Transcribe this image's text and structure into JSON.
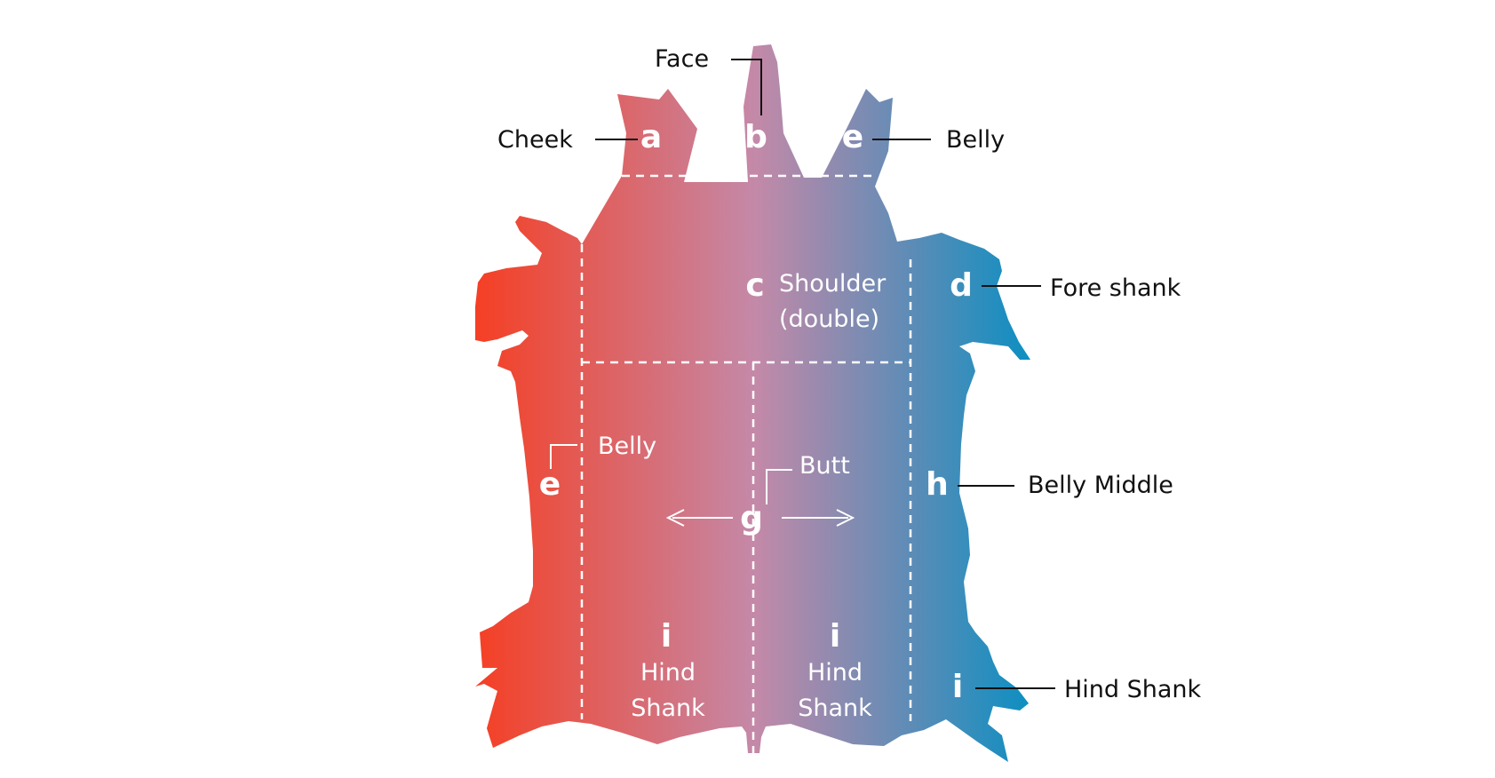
{
  "colors": {
    "left": "#f53f24",
    "middle": "#c489a8",
    "right": "#0a8fc2",
    "text": "#111111"
  },
  "regions": {
    "a": {
      "letter": "a",
      "name": "Cheek"
    },
    "b": {
      "letter": "b",
      "name": "Face"
    },
    "e_top": {
      "letter": "e",
      "name": "Belly"
    },
    "c": {
      "letter": "c",
      "name_line1": "Shoulder",
      "name_line2": "(double)"
    },
    "d": {
      "letter": "d",
      "name": "Fore shank"
    },
    "e_left": {
      "letter": "e",
      "name": "Belly"
    },
    "g": {
      "letter": "g",
      "name": "Butt"
    },
    "h": {
      "letter": "h",
      "name": "Belly Middle"
    },
    "i_left": {
      "letter": "i",
      "name_line1": "Hind",
      "name_line2": "Shank"
    },
    "i_mid": {
      "letter": "i",
      "name_line1": "Hind",
      "name_line2": "Shank"
    },
    "i_right": {
      "letter": "i",
      "name": "Hind Shank"
    }
  }
}
